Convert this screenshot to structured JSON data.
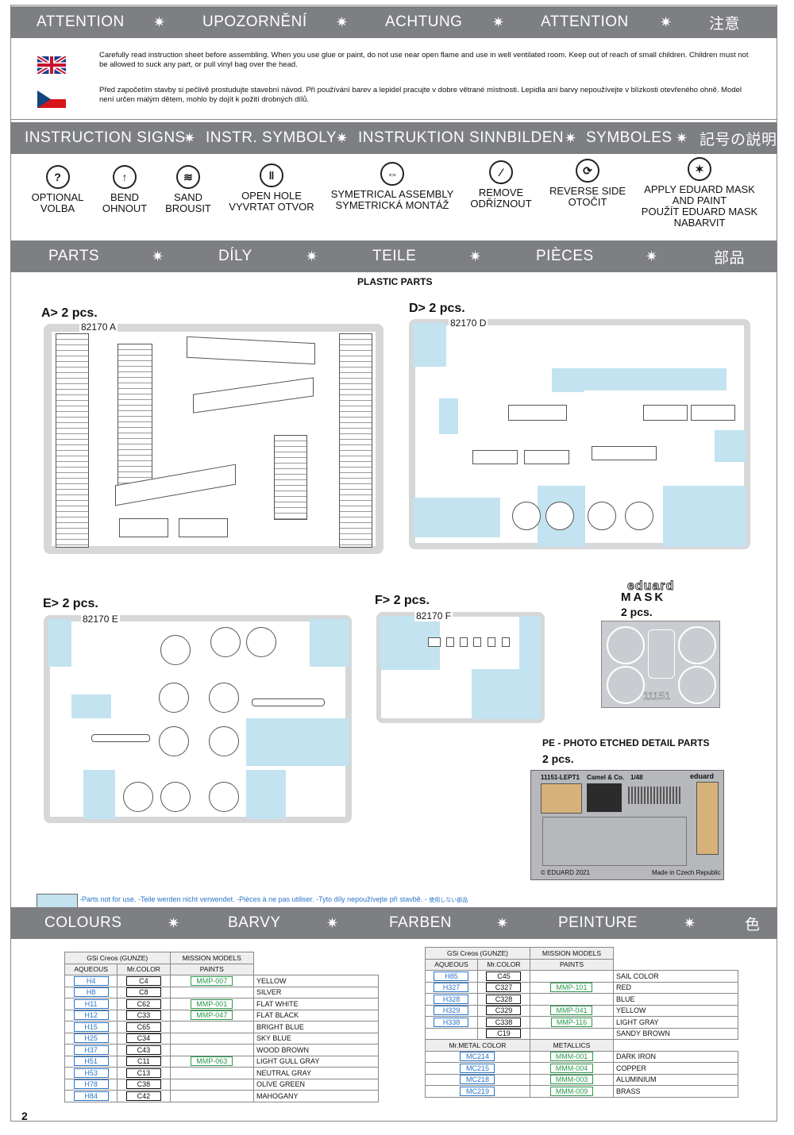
{
  "attention_band": [
    "ATTENTION",
    "UPOZORNĚNÍ",
    "ACHTUNG",
    "ATTENTION",
    "注意"
  ],
  "warnings": {
    "en": "Carefully read instruction sheet before assembling. When you use glue or paint, do not use near open flame and use in well ventilated room. Keep out of reach of small children. Children must not be allowed to suck any part, or pull vinyl bag over the head.",
    "cz": "Před započetím stavby si pečlivě prostudujte stavební návod. Při používání barev a lepidel pracujte v dobre větrané místnosti. Lepidla ani barvy nepoužívejte v blízkosti otevřeného ohně. Model není určen malým dětem, mohlo by dojít k požití drobných dílů."
  },
  "signs_band": [
    "INSTRUCTION SIGNS",
    "INSTR. SYMBOLY",
    "INSTRUKTION SINNBILDEN",
    "SYMBOLES",
    "記号の説明"
  ],
  "signs": [
    {
      "icon": "question-icon",
      "glyph": "?",
      "l1": "OPTIONAL",
      "l2": "VOLBA"
    },
    {
      "icon": "bend-icon",
      "glyph": "↑",
      "l1": "BEND",
      "l2": "OHNOUT"
    },
    {
      "icon": "sand-icon",
      "glyph": "≋",
      "l1": "SAND",
      "l2": "BROUSIT"
    },
    {
      "icon": "drill-icon",
      "glyph": "‖",
      "l1": "OPEN HOLE",
      "l2": "VYVRTAT OTVOR"
    },
    {
      "icon": "symmetry-icon",
      "glyph": "⇔",
      "l1": "SYMETRICAL ASSEMBLY",
      "l2": "SYMETRICKÁ MONTÁŽ"
    },
    {
      "icon": "remove-icon",
      "glyph": "⁄",
      "l1": "REMOVE",
      "l2": "ODŘÍZNOUT"
    },
    {
      "icon": "reverse-icon",
      "glyph": "⟳",
      "l1": "REVERSE SIDE",
      "l2": "OTOČIT"
    },
    {
      "icon": "mask-icon",
      "glyph": "✶",
      "l1": "APPLY EDUARD MASK",
      "l2": "AND PAINT",
      "l3": "POUŽÍT EDUARD MASK",
      "l4": "NABARVIT"
    }
  ],
  "parts_band": [
    "PARTS",
    "DÍLY",
    "TEILE",
    "PIÈCES",
    "部品"
  ],
  "plastic_title": "PLASTIC PARTS",
  "sprues": {
    "A": {
      "title": "A> 2 pcs.",
      "code": "82170 A"
    },
    "D": {
      "title": "D> 2 pcs.",
      "code": "82170 D"
    },
    "E": {
      "title": "E> 2 pcs.",
      "code": "82170 E"
    },
    "F": {
      "title": "F> 2 pcs.",
      "code": "82170 F"
    }
  },
  "mask": {
    "brand": "eduard",
    "word": "MASK",
    "qty": "2 pcs.",
    "number": "11151"
  },
  "pe": {
    "title": "PE - PHOTO ETCHED DETAIL PARTS",
    "qty": "2 pcs.",
    "code": "11151-LEPT1",
    "name": "Camel & Co.",
    "scale": "1/48",
    "brand": "eduard",
    "copyright": "© EDUARD 2021",
    "made": "Made in Czech Republic"
  },
  "not_for_use": "-Parts not for use. -Teile werden nicht verwendet. -Pièces à ne pas utiliser. -Tyto díly nepoužívejte při stavbě. -",
  "not_for_use_jp": "使用しない部品",
  "colours_band": [
    "COLOURS",
    "BARVY",
    "FARBEN",
    "PEINTURE",
    "色"
  ],
  "table_headers": {
    "gsi": "GSi Creos (GUNZE)",
    "mission": "MISSION MODELS",
    "aqueous": "AQUEOUS",
    "mrcolor": "Mr.COLOR",
    "paints": "PAINTS",
    "mrmetal": "Mr.METAL COLOR",
    "metallics": "METALLICS"
  },
  "colors_left": [
    [
      "H4",
      "C4",
      "MMP-007",
      "YELLOW"
    ],
    [
      "H8",
      "C8",
      "",
      "SILVER"
    ],
    [
      "H11",
      "C62",
      "MMP-001",
      "FLAT WHITE"
    ],
    [
      "H12",
      "C33",
      "MMP-047",
      "FLAT BLACK"
    ],
    [
      "H15",
      "C65",
      "",
      "BRIGHT BLUE"
    ],
    [
      "H25",
      "C34",
      "",
      "SKY BLUE"
    ],
    [
      "H37",
      "C43",
      "",
      "WOOD BROWN"
    ],
    [
      "H51",
      "C11",
      "MMP-063",
      "LIGHT GULL GRAY"
    ],
    [
      "H53",
      "C13",
      "",
      "NEUTRAL GRAY"
    ],
    [
      "H78",
      "C38",
      "",
      "OLIVE GREEN"
    ],
    [
      "H84",
      "C42",
      "",
      "MAHOGANY"
    ]
  ],
  "colors_right": [
    [
      "H85",
      "C45",
      "",
      "SAIL COLOR"
    ],
    [
      "H327",
      "C327",
      "MMP-101",
      "RED"
    ],
    [
      "H328",
      "C328",
      "",
      "BLUE"
    ],
    [
      "H329",
      "C329",
      "MMP-041",
      "YELLOW"
    ],
    [
      "H338",
      "C338",
      "MMP-116",
      "LIGHT GRAY"
    ],
    [
      "",
      "C19",
      "",
      "SANDY BROWN"
    ]
  ],
  "metals_right": [
    [
      "MC214",
      "MMM-001",
      "DARK IRON"
    ],
    [
      "MC215",
      "MMM-004",
      "COPPER"
    ],
    [
      "MC218",
      "MMM-003",
      "ALUMINIUM"
    ],
    [
      "MC219",
      "MMM-009",
      "BRASS"
    ]
  ],
  "page_number": "2"
}
